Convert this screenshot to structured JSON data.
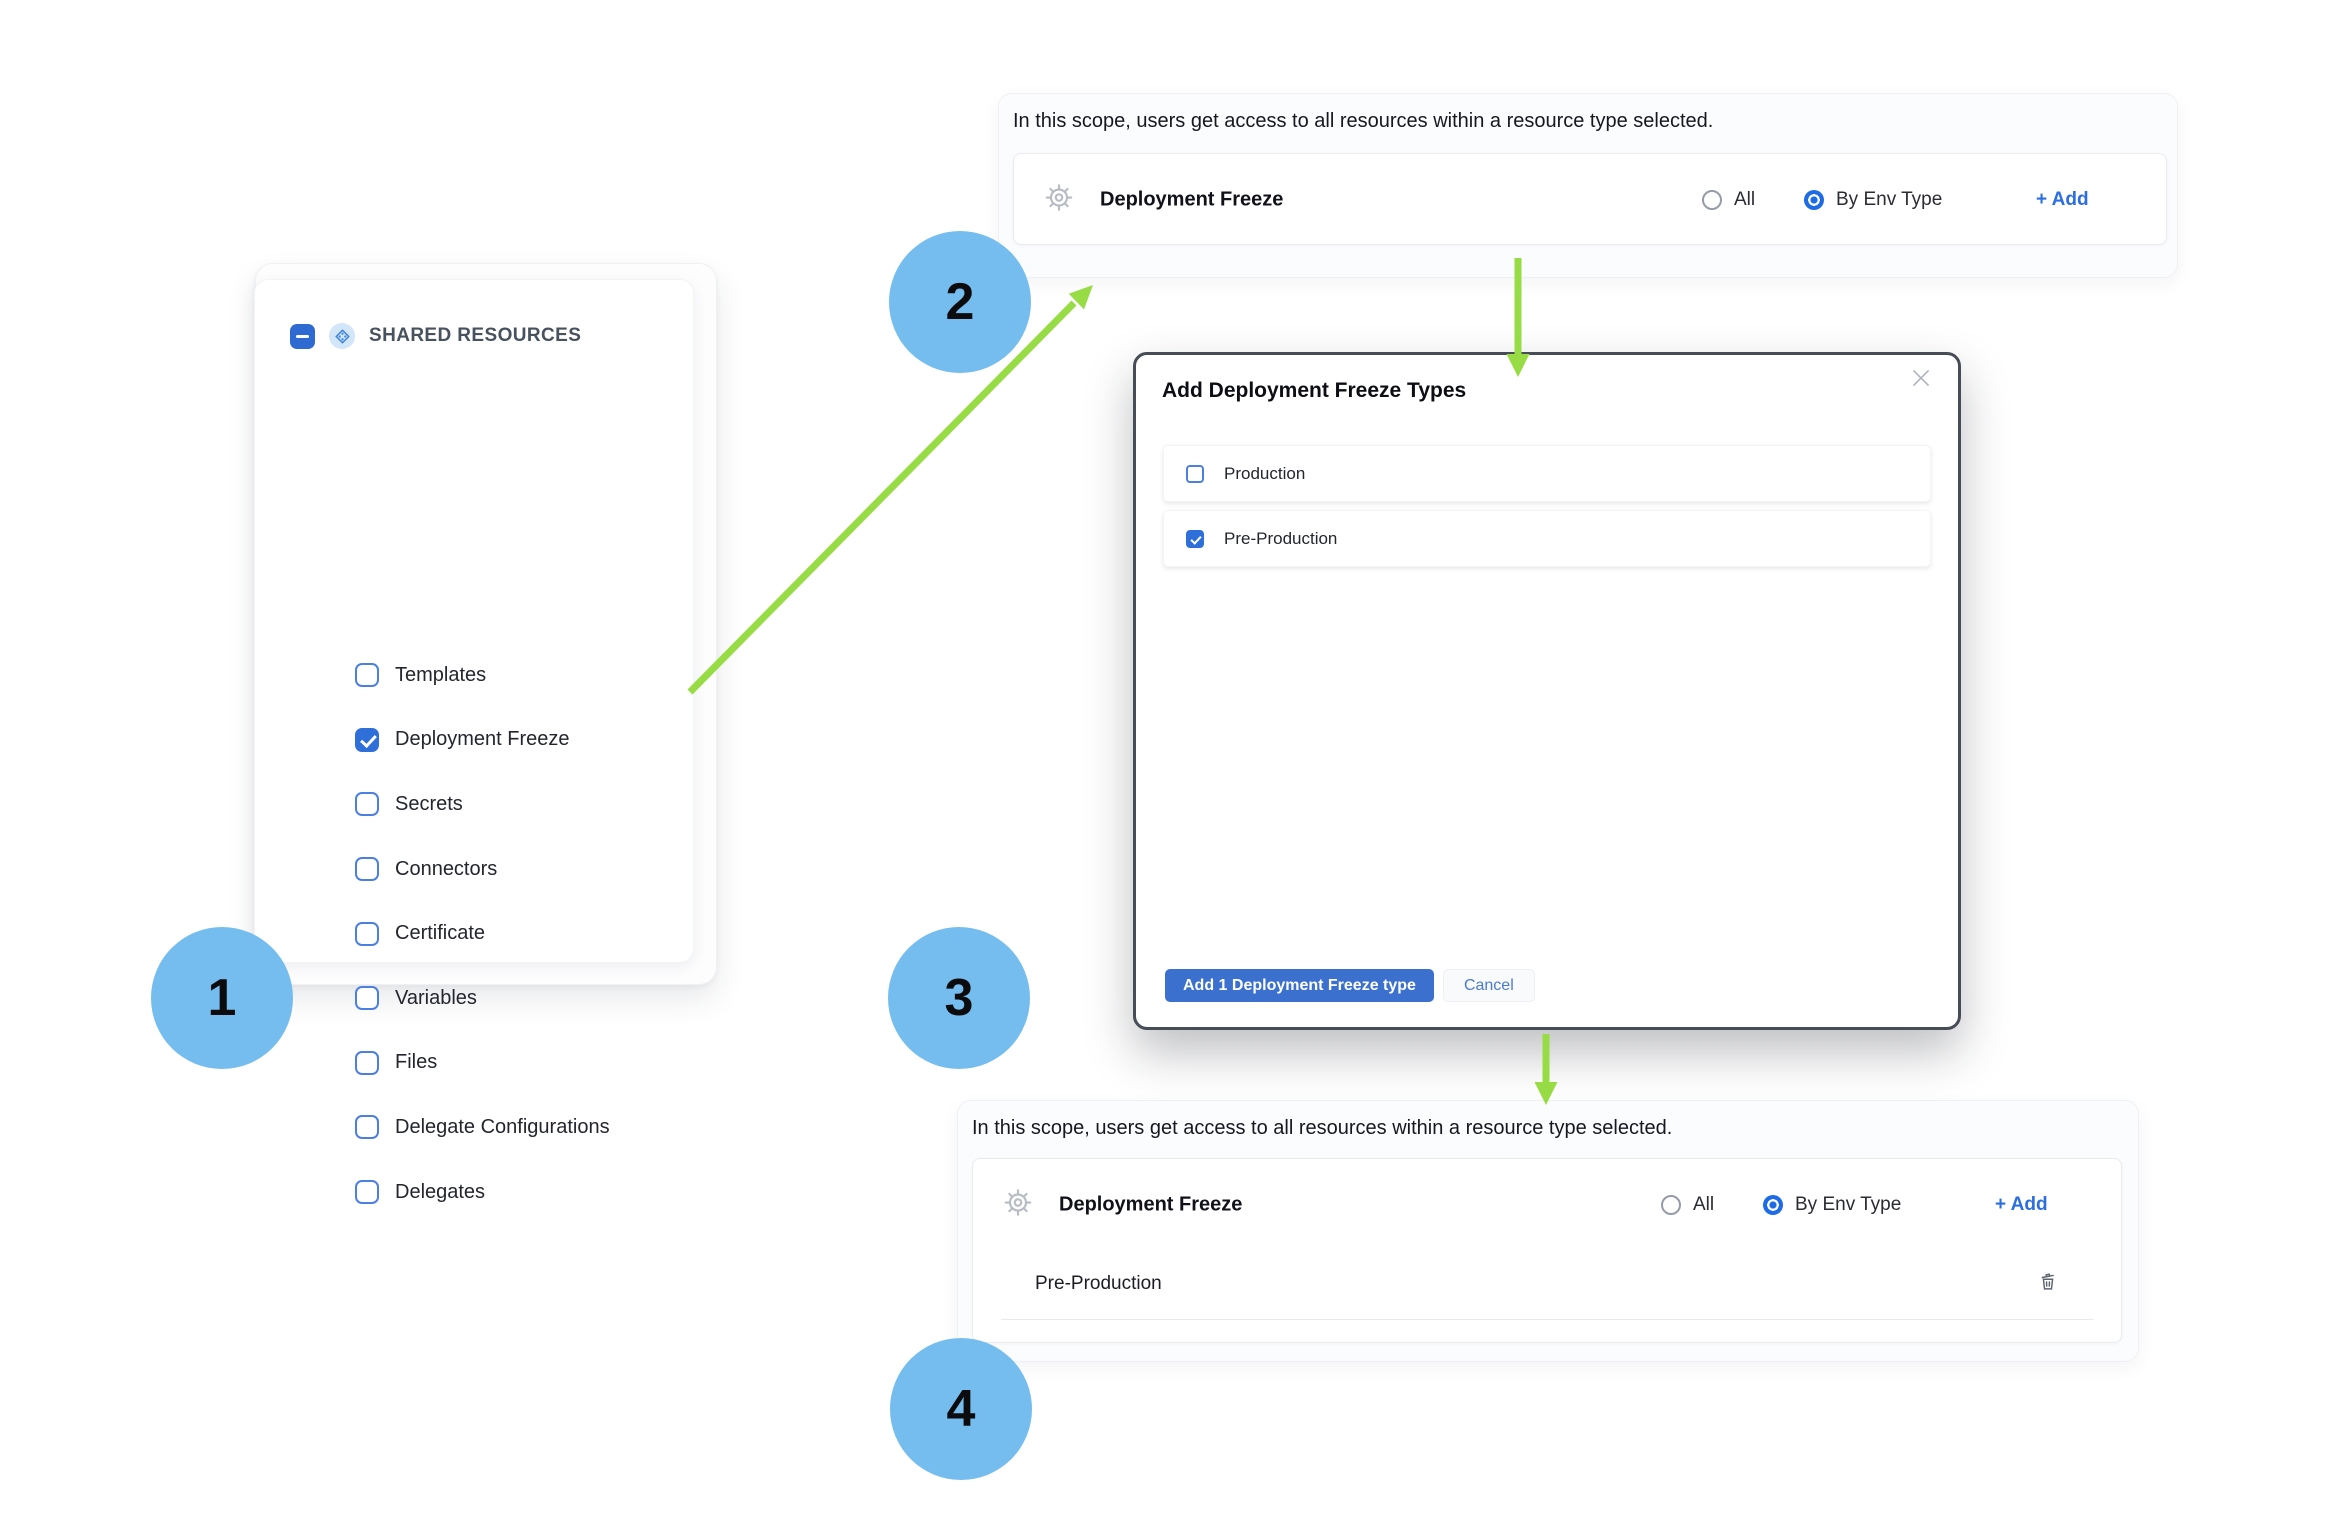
{
  "colors": {
    "accent_blue": "#2e6fd9",
    "radio_selected_blue": "#1e6be6",
    "primary_button_blue": "#3b70cf",
    "link_blue": "#2b6de2",
    "step_circle_blue": "#74bdee",
    "arrow_green": "#97dc45",
    "modal_border": "#474d56",
    "panel_background": "#fbfcfe"
  },
  "steps": [
    {
      "number": "1"
    },
    {
      "number": "2"
    },
    {
      "number": "3"
    },
    {
      "number": "4"
    }
  ],
  "shared_panel": {
    "header": "SHARED RESOURCES",
    "items": [
      {
        "label": "Templates",
        "checked": false
      },
      {
        "label": "Deployment Freeze",
        "checked": true
      },
      {
        "label": "Secrets",
        "checked": false
      },
      {
        "label": "Connectors",
        "checked": false
      },
      {
        "label": "Certificate",
        "checked": false
      },
      {
        "label": "Variables",
        "checked": false
      },
      {
        "label": "Files",
        "checked": false
      },
      {
        "label": "Delegate Configurations",
        "checked": false
      },
      {
        "label": "Delegates",
        "checked": false
      }
    ]
  },
  "scope_top": {
    "description": "In this scope, users get access to all resources within a resource type selected.",
    "resource_name": "Deployment Freeze",
    "options": [
      {
        "label": "All",
        "selected": false
      },
      {
        "label": "By Env Type",
        "selected": true
      }
    ],
    "add_label": "+ Add"
  },
  "modal": {
    "title": "Add Deployment Freeze Types",
    "close": "×",
    "rows": [
      {
        "label": "Production",
        "checked": false
      },
      {
        "label": "Pre-Production",
        "checked": true
      }
    ],
    "primary_button": "Add 1 Deployment Freeze type",
    "cancel_button": "Cancel"
  },
  "scope_bottom": {
    "description": "In this scope, users get access to all resources within a resource type selected.",
    "resource_name": "Deployment Freeze",
    "options": [
      {
        "label": "All",
        "selected": false
      },
      {
        "label": "By Env Type",
        "selected": true
      }
    ],
    "add_label": "+ Add",
    "selected_types": [
      {
        "label": "Pre-Production"
      }
    ]
  }
}
